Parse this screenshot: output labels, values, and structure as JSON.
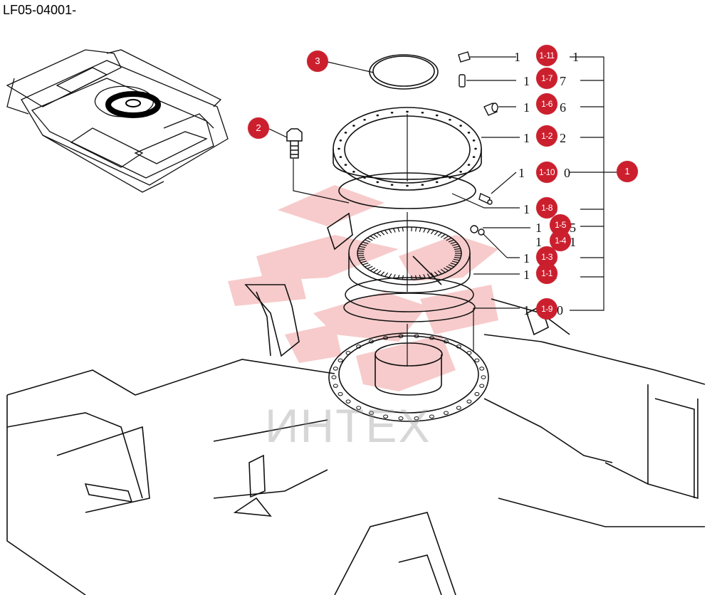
{
  "page": {
    "code": "LF05-04001-"
  },
  "watermark": {
    "text": "ИНТЕХ",
    "color": "#f2b1b1"
  },
  "callout_color": "#cc1f2e",
  "callouts": [
    {
      "id": "3",
      "label": "3"
    },
    {
      "id": "2",
      "label": "2"
    },
    {
      "id": "1",
      "label": "1"
    },
    {
      "id": "1-11",
      "label": "1-11"
    },
    {
      "id": "1-7",
      "label": "1-7"
    },
    {
      "id": "1-6",
      "label": "1-6"
    },
    {
      "id": "1-2",
      "label": "1-2"
    },
    {
      "id": "1-10",
      "label": "1-10"
    },
    {
      "id": "1-8",
      "label": "1-8"
    },
    {
      "id": "1-5",
      "label": "1-5"
    },
    {
      "id": "1-4",
      "label": "1-4"
    },
    {
      "id": "1-3",
      "label": "1-3"
    },
    {
      "id": "1-1",
      "label": "1-1"
    },
    {
      "id": "1-9",
      "label": "1-9"
    }
  ]
}
